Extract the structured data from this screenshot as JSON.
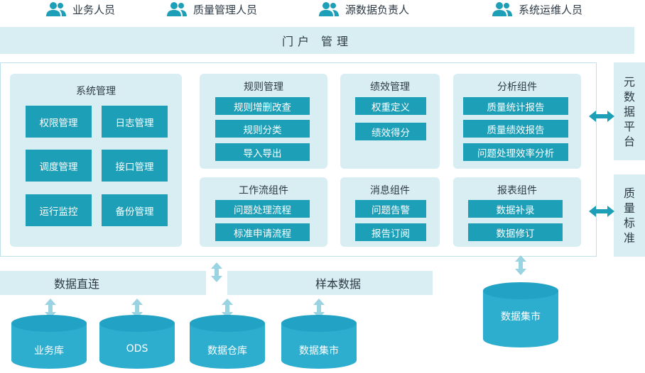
{
  "roles": [
    {
      "label": "业务人员",
      "icon": "users-icon"
    },
    {
      "label": "质量管理人员",
      "icon": "users-icon"
    },
    {
      "label": "源数据负责人",
      "icon": "users-icon"
    },
    {
      "label": "系统运维人员",
      "icon": "users-icon"
    }
  ],
  "portal": "门户 管理",
  "system_mgmt": {
    "title": "系统管理",
    "items": [
      "权限管理",
      "日志管理",
      "调度管理",
      "接口管理",
      "运行监控",
      "备份管理"
    ]
  },
  "rule_mgmt": {
    "title": "规则管理",
    "items": [
      "规则增删改查",
      "规则分类",
      "导入导出"
    ]
  },
  "perf_mgmt": {
    "title": "绩效管理",
    "items": [
      "权重定义",
      "绩效得分"
    ]
  },
  "analysis": {
    "title": "分析组件",
    "items": [
      "质量统计报告",
      "质量绩效报告",
      "问题处理效率分析"
    ]
  },
  "workflow": {
    "title": "工作流组件",
    "items": [
      "问题处理流程",
      "标准申请流程"
    ]
  },
  "message": {
    "title": "消息组件",
    "items": [
      "问题告警",
      "报告订阅"
    ]
  },
  "report": {
    "title": "报表组件",
    "items": [
      "数据补录",
      "数据修订"
    ]
  },
  "side_panels": [
    "元数据平台",
    "质量标准"
  ],
  "bands": {
    "direct": "数据直连",
    "sample": "样本数据"
  },
  "databases": [
    "业务库",
    "ODS",
    "数据仓库",
    "数据集市"
  ],
  "right_db": "数据集市",
  "colors": {
    "accent": "#1d9fb8",
    "panel": "#d9eef3",
    "cylinder": "#2eaecf",
    "arrow": "#9ad3e2"
  }
}
